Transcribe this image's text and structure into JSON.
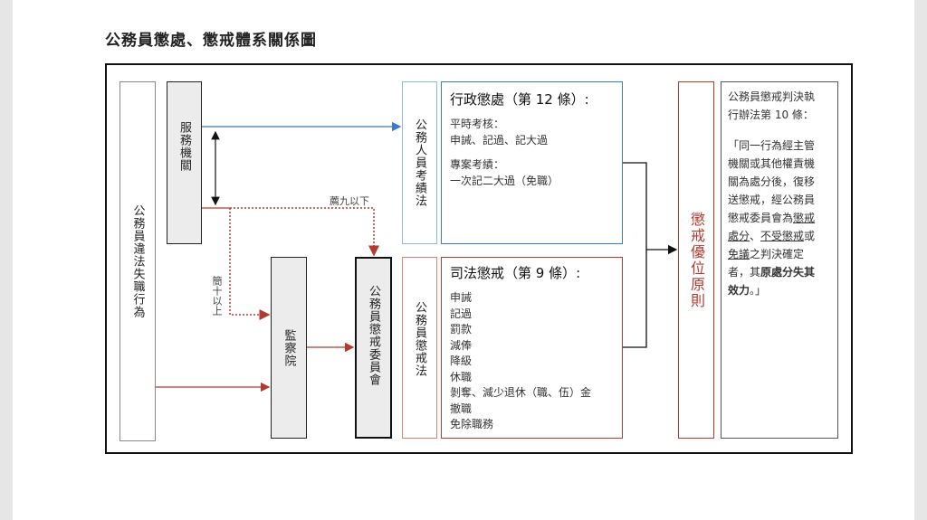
{
  "title": "公務員懲處、懲戒體系關係圖",
  "left_box": "公務員違法失職行為",
  "service_agency": "服務機關",
  "control_yuan": "監察院",
  "committee": "公務員懲戒委員會",
  "law_admin": "公務人員考績法",
  "law_judicial": "公務員懲戒法",
  "label_nine_below": "薦九以下",
  "label_ten_above": "簡十以上",
  "admin": {
    "heading": "行政懲處（第 12 條）:",
    "items": [
      "平時考核：",
      "申誡、記過、記大過",
      "",
      "專案考績：",
      "一次記二大過（免職）"
    ]
  },
  "judicial": {
    "heading": "司法懲戒（第 9 條）:",
    "items": [
      "申誡",
      "記過",
      "罰款",
      "減俸",
      "降級",
      "休職",
      "剝奪、減少退休（職、伍）金",
      "撤職",
      "免除職務"
    ]
  },
  "principle": "懲戒優位原則",
  "note": {
    "head1": "公務員懲戒判決執",
    "head2": "行辦法第 10 條：",
    "p1": "「同一行為經主管",
    "p2": "機關或其他權責機",
    "p3": "關為處分後，復移",
    "p4": "送懲戒，經公務員",
    "p5_a": "懲戒委員會為",
    "p5_u": "懲戒",
    "p6_u1": "處分",
    "p6_b": "、",
    "p6_u2": "不受懲戒",
    "p6_c": "或",
    "p7_u": "免議",
    "p7_b": "之判決確定",
    "p8_a": "者，其",
    "p8_bold": "原處分失其",
    "p9_bold": "效力",
    "p9_end": "。」"
  },
  "colors": {
    "blue": "#3b7bc4",
    "red": "#b23a30",
    "gray_fill": "#ececec",
    "light_blue": "#8fb8dc",
    "light_red": "#d4847c"
  }
}
